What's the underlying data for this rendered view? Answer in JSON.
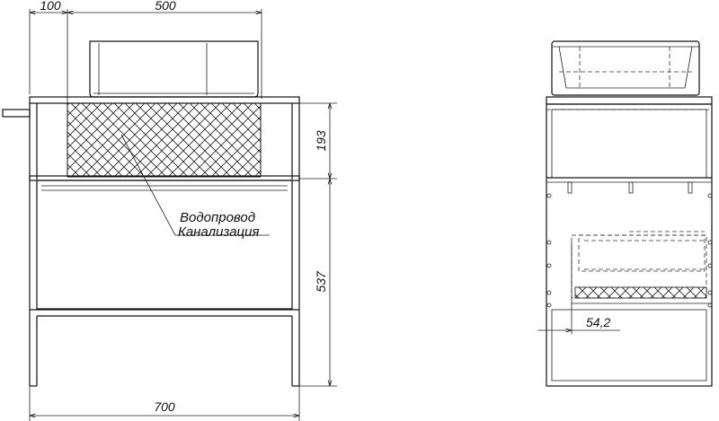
{
  "front_view": {
    "dimensions": {
      "offset_top": "100",
      "basin_width": "500",
      "upper_height": "193",
      "lower_height": "537",
      "total_width": "700"
    },
    "callout": {
      "line1": "Водопровод",
      "line2": "Канализация"
    }
  },
  "side_view": {
    "dimensions": {
      "siphon_offset": "54,2"
    }
  },
  "colors": {
    "line": "#111111",
    "background": "#ffffff"
  }
}
